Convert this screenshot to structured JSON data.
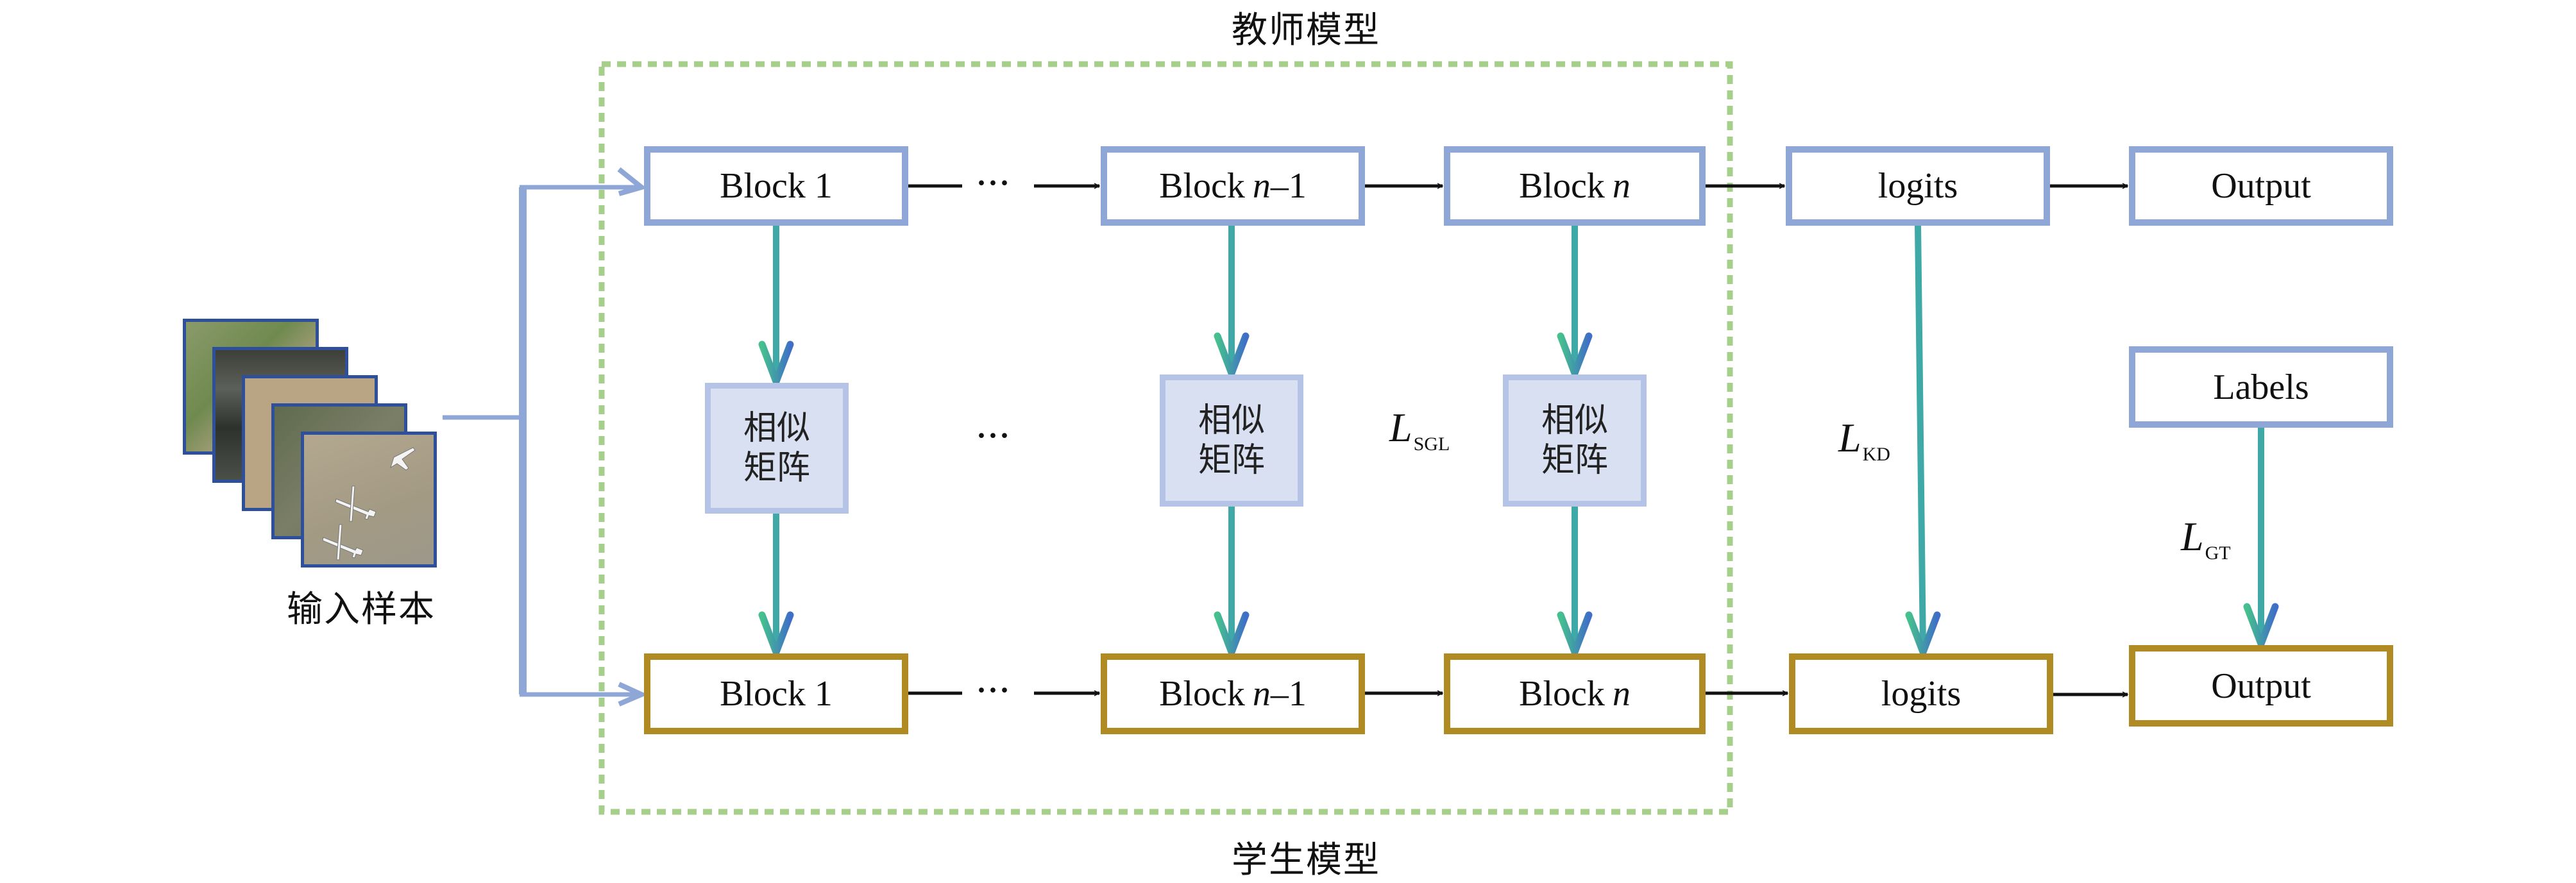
{
  "titles": {
    "teacher_model": "教师模型",
    "student_model": "学生模型",
    "input_samples": "输入样本"
  },
  "teacher_row": {
    "block1": {
      "prefix": "Block",
      "suffix": "1"
    },
    "ellipsis": "···",
    "block_n_minus_1": {
      "prefix": "Block",
      "var": "n",
      "suffix": "–1"
    },
    "block_n": {
      "prefix": "Block",
      "var": "n"
    },
    "logits": "logits",
    "output": "Output"
  },
  "student_row": {
    "block1": {
      "prefix": "Block",
      "suffix": "1"
    },
    "ellipsis": "···",
    "block_n_minus_1": {
      "prefix": "Block",
      "var": "n",
      "suffix": "–1"
    },
    "block_n": {
      "prefix": "Block",
      "var": "n"
    },
    "logits": "logits",
    "output": "Output"
  },
  "similarity_matrix": {
    "line1": "相似",
    "line2": "矩阵",
    "middle_ellipsis": "···"
  },
  "labels_box": "Labels",
  "losses": {
    "sgl": {
      "main": "L",
      "sub": "SGL"
    },
    "kd": {
      "main": "L",
      "sub": "KD"
    },
    "gt": {
      "main": "L",
      "sub": "GT"
    }
  },
  "input_images": [
    {
      "scene": "farmland"
    },
    {
      "scene": "urban-buildings"
    },
    {
      "scene": "sparse-trees"
    },
    {
      "scene": "residential"
    },
    {
      "scene": "airport-planes"
    }
  ],
  "colors": {
    "teacher_border": "#8fa7d6",
    "student_border": "#b08a22",
    "sim_fill": "#d8e0f1",
    "sim_border": "#b4c3e6",
    "guidance_arrow": "#3fa9a8",
    "dashed_region": "#a5cf8a",
    "thumb_border": "#2d4f9c"
  }
}
